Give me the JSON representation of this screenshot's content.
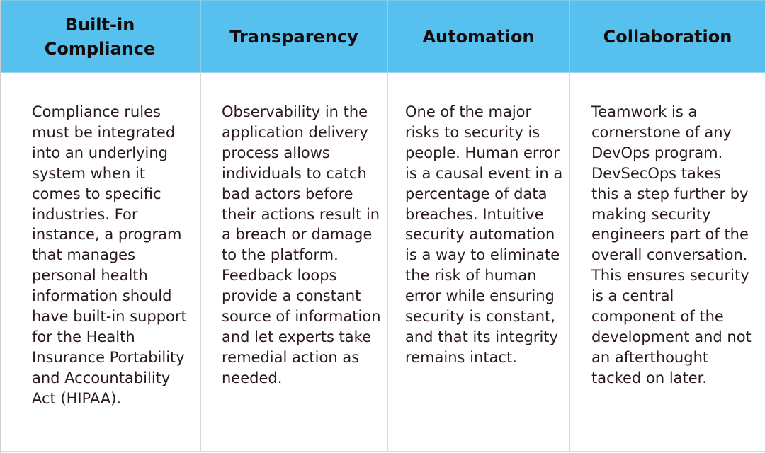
{
  "colors": {
    "header_bg": "#56c1ef",
    "header_text": "#160b0b",
    "body_text": "#2a1a1a",
    "divider": "#d6d6d6"
  },
  "table": {
    "columns": [
      {
        "header": "Built-in Compliance",
        "header_lines": [
          "Built-in",
          "Compliance"
        ],
        "body": "Compliance rules must be integrated into an underlying system when it comes to specific industries. For instance, a program that manages personal health information should have built-in support for the Health Insurance Portability and Accountability Act (HIPAA)."
      },
      {
        "header": "Transparency",
        "header_lines": [
          "Transparency"
        ],
        "body": "Observability in the application delivery process allows individuals to catch bad actors before their actions result in a breach or damage to the platform. Feedback loops provide a constant source of information and let experts take remedial action as needed."
      },
      {
        "header": "Automation",
        "header_lines": [
          "Automation"
        ],
        "body": "One of the major risks to security is people. Human error is a causal event in a percentage of data breaches. Intuitive security automation is a way to eliminate the risk of human error while ensuring security is constant, and that its integrity remains intact."
      },
      {
        "header": "Collaboration",
        "header_lines": [
          "Collaboration"
        ],
        "body": "Teamwork is a cornerstone of any DevOps program. DevSecOps takes this a step further by making security engineers part of the overall conversation. This ensures security is a central component of the development and not an afterthought tacked on later."
      }
    ]
  }
}
